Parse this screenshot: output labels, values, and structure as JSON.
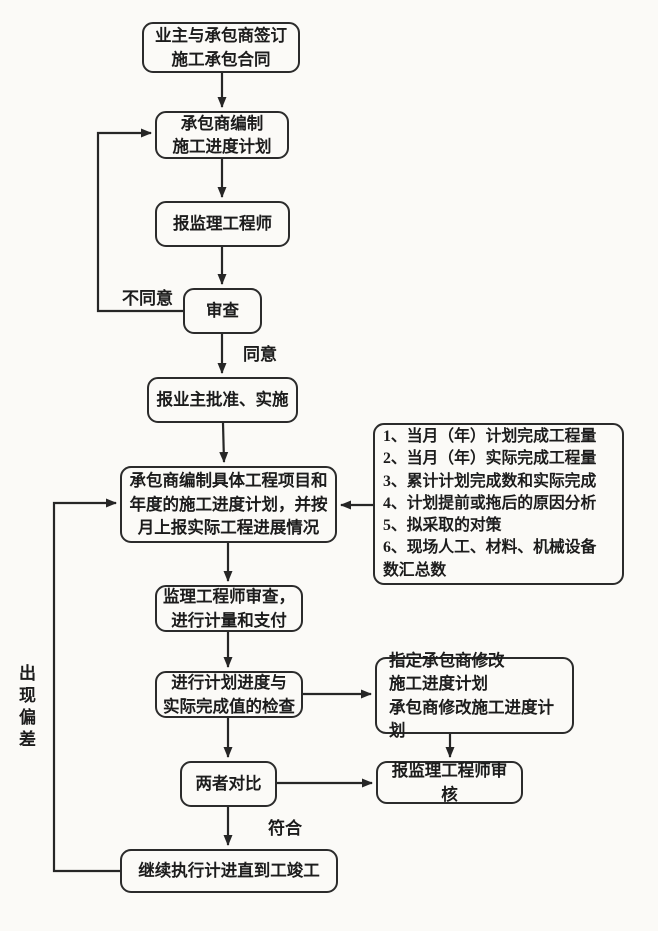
{
  "diagram": {
    "name": "construction-schedule-control-flowchart"
  },
  "nodes": {
    "sign_contract": "业主与承包商签订\n施工承包合同",
    "prepare_plan": "承包商编制\n施工进度计划",
    "report_engineer": "报监理工程师",
    "review": "审查",
    "owner_approve": "报业主批准、实施",
    "detailed_plan": "承包商编制具体工程项目和\n年度的施工进度计划，并按\n月上报实际工程进展情况",
    "report_contents": "1、当月（年）计划完成工程量\n2、当月（年）实际完成工程量\n3、累计计划完成数和实际完成\n4、计划提前或拖后的原因分析\n5、拟采取的对策\n6、现场人工、材料、机械设备\n数汇总数",
    "engineer_measure_pay": "监理工程师审查，\n进行计量和支付",
    "progress_check": "进行计划进度与\n实际完成值的检查",
    "modify_plan": "指定承包商修改\n施工进度计划\n承包商修改施工进度计划",
    "compare": "两者对比",
    "report_audit": "报监理工程师审核",
    "continue_execute": "继续执行计进直到工竣工"
  },
  "edge_labels": {
    "disagree": "不同意",
    "agree": "同意",
    "conform": "符合",
    "deviation": "出现偏差"
  }
}
